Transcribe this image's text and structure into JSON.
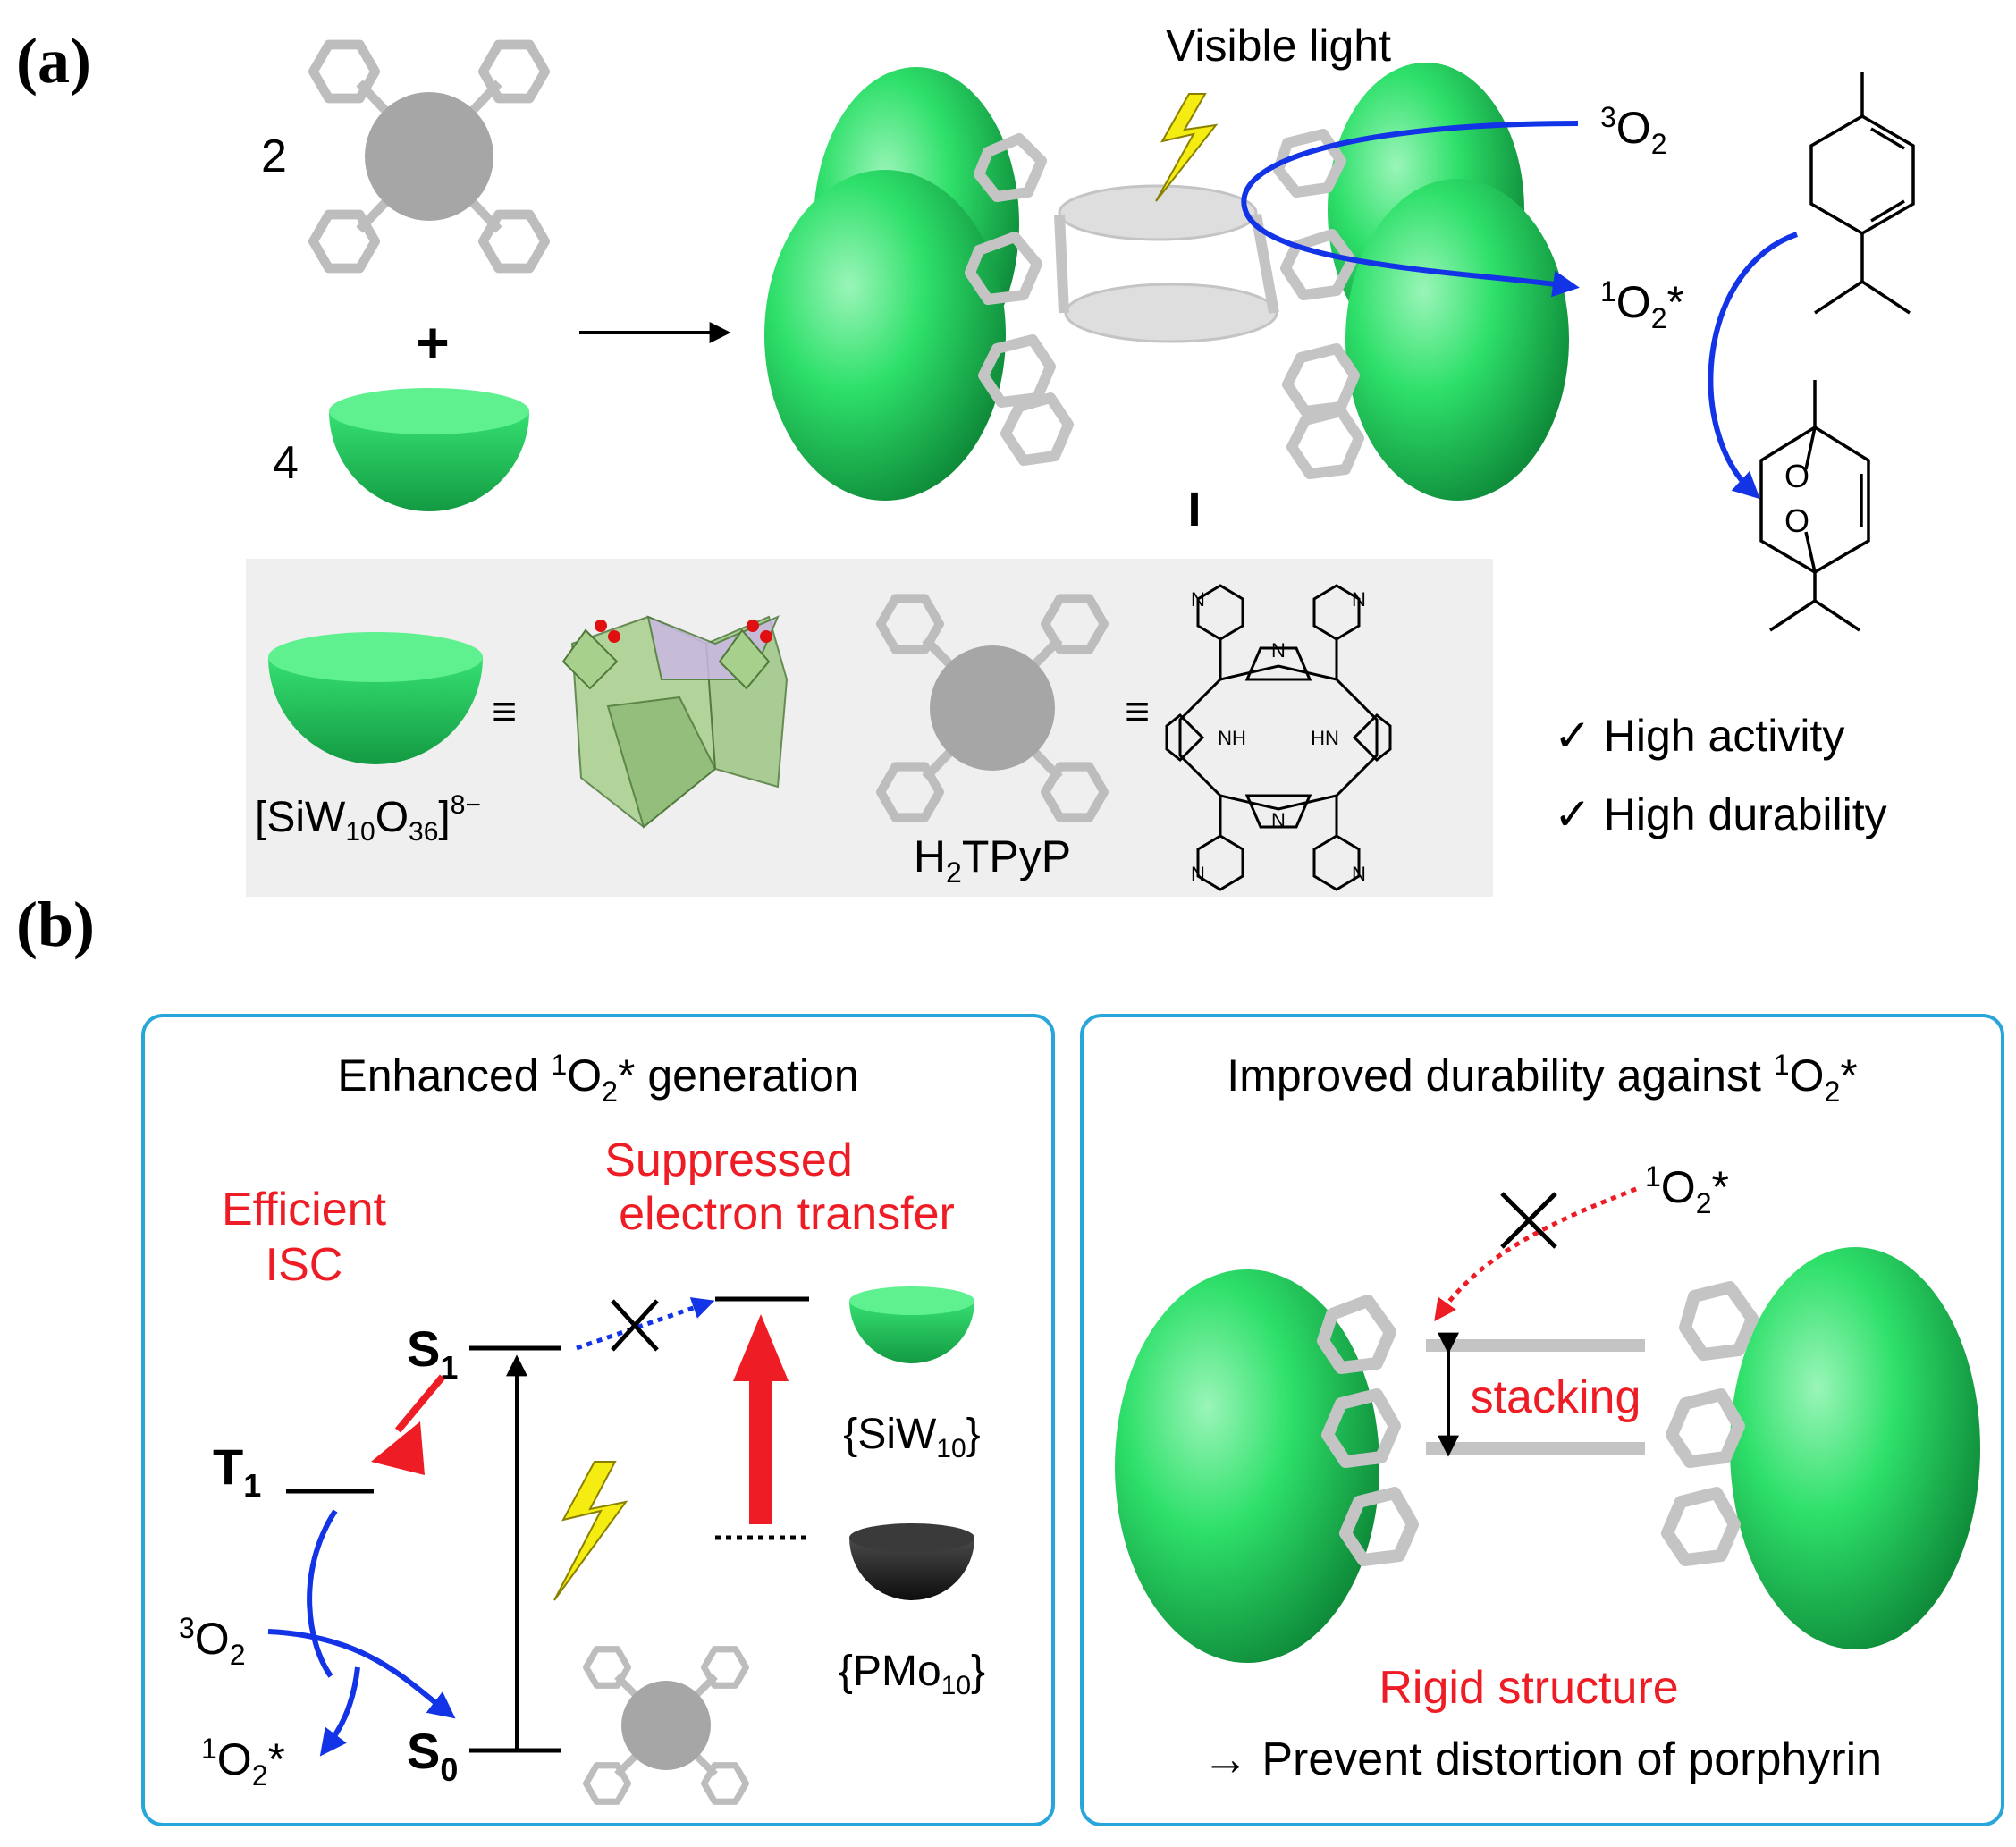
{
  "panel_a": {
    "label": "(a)",
    "coef_porphyrin": "2",
    "plus": "+",
    "coef_pom": "4",
    "visible_light": "Visible light",
    "triplet_o2": {
      "sup": "3",
      "base": "O",
      "sub": "2"
    },
    "singlet_o2": {
      "sup": "1",
      "base": "O",
      "sub": "2",
      "star": "*"
    },
    "assembly_label": "I",
    "oxygen_atom_1": "O",
    "oxygen_atom_2": "O",
    "checks": [
      "✓ High activity",
      "✓ High durability"
    ],
    "legend": {
      "equiv_1": "≡",
      "equiv_2": "≡",
      "pom_formula": {
        "open": "[SiW",
        "sub1": "10",
        "mid": "O",
        "sub2": "36",
        "close": "]",
        "charge": "8−"
      },
      "porphyrin_name": {
        "pre": "H",
        "sub": "2",
        "post": "TPyP"
      },
      "pyridine_n": [
        "N",
        "N",
        "N",
        "N"
      ],
      "pyrrole_n": [
        "N",
        "N"
      ],
      "pyrrole_nh": [
        "NH",
        "HN"
      ]
    }
  },
  "panel_b": {
    "label": "(b)",
    "left_box": {
      "title": {
        "pre": "Enhanced ",
        "sup": "1",
        "base": "O",
        "sub": "2",
        "post": "* generation"
      },
      "efficient_isc": [
        "Efficient",
        "ISC"
      ],
      "suppressed_et": [
        "Suppressed",
        "electron transfer"
      ],
      "s1": {
        "base": "S",
        "sub": "1"
      },
      "t1": {
        "base": "T",
        "sub": "1"
      },
      "s0": {
        "base": "S",
        "sub": "0"
      },
      "triplet_o2": {
        "sup": "3",
        "base": "O",
        "sub": "2"
      },
      "singlet_o2": {
        "sup": "1",
        "base": "O",
        "sub": "2",
        "star": "*"
      },
      "siw10": {
        "open": "{SiW",
        "sub": "10",
        "close": "}"
      },
      "pmo10": {
        "open": "{PMo",
        "sub": "10",
        "close": "}"
      }
    },
    "right_box": {
      "title": {
        "pre": "Improved durability against ",
        "sup": "1",
        "base": "O",
        "sub": "2",
        "star": "*"
      },
      "singlet_o2": {
        "sup": "1",
        "base": "O",
        "sub": "2",
        "star": "*"
      },
      "stacking": "stacking",
      "rigid": "Rigid structure",
      "prevent": "→ Prevent distortion of porphyrin"
    }
  },
  "colors": {
    "red_text": "#ee1c24",
    "blue_arrow": "#1233e6",
    "box_border": "#29a6d9",
    "pom_green": "#2ee06a",
    "pmo_black": "#1a1a1a",
    "porphyrin_gray": "#a6a6a6",
    "bolt_yellow": "#f5ec12",
    "legend_bg": "#efefef"
  }
}
